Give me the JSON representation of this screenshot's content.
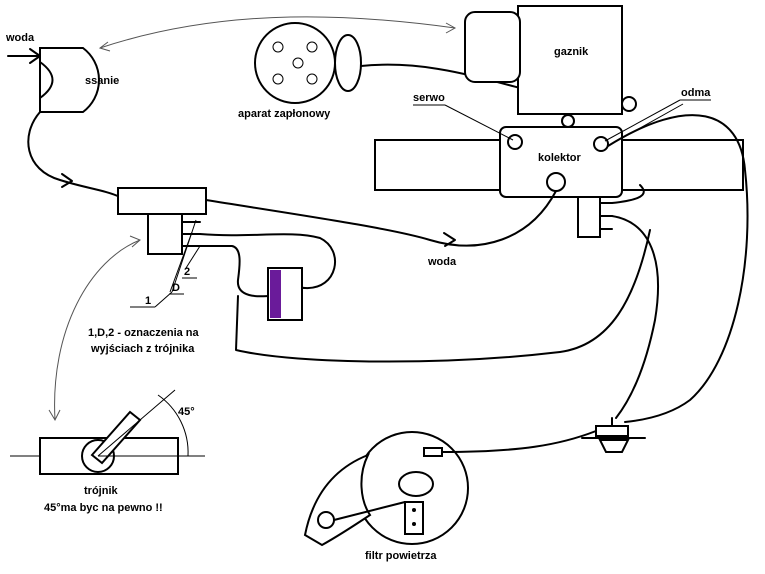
{
  "labels": {
    "woda_top": "woda",
    "ssanie": "ssanie",
    "aparat": "aparat zapłonowy",
    "gaznik": "gaznik",
    "serwo": "serwo",
    "odma": "odma",
    "kolektor": "kolektor",
    "woda_mid": "woda",
    "pin1": "1",
    "pinD": "D",
    "pin2": "2",
    "note_line1": "1,D,2 - oznaczenia na",
    "note_line2": "wyjściach z trójnika",
    "angle": "45°",
    "trojnik": "trójnik",
    "trojnik_note": "45°ma byc na pewno  !!",
    "filtr": "filtr powietrza"
  },
  "colors": {
    "line": "#000000",
    "valve_fill": "#6a1b9a",
    "background": "#ffffff"
  }
}
